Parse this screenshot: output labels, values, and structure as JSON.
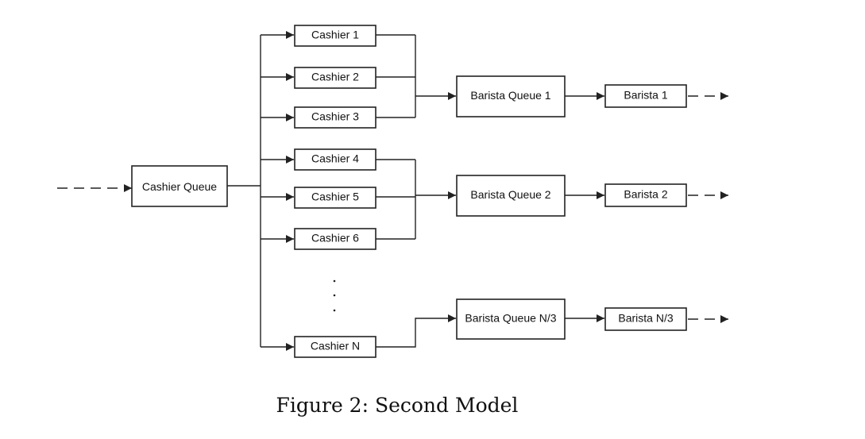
{
  "diagram": {
    "cashier_queue": "Cashier Queue",
    "cashiers": [
      "Cashier 1",
      "Cashier 2",
      "Cashier 3",
      "Cashier 4",
      "Cashier 5",
      "Cashier 6",
      "Cashier N"
    ],
    "barista_queues": [
      "Barista Queue 1",
      "Barista Queue 2",
      "Barista Queue N/3"
    ],
    "baristas": [
      "Barista 1",
      "Barista 2",
      "Barista N/3"
    ]
  },
  "caption": "Figure 2: Second Model"
}
